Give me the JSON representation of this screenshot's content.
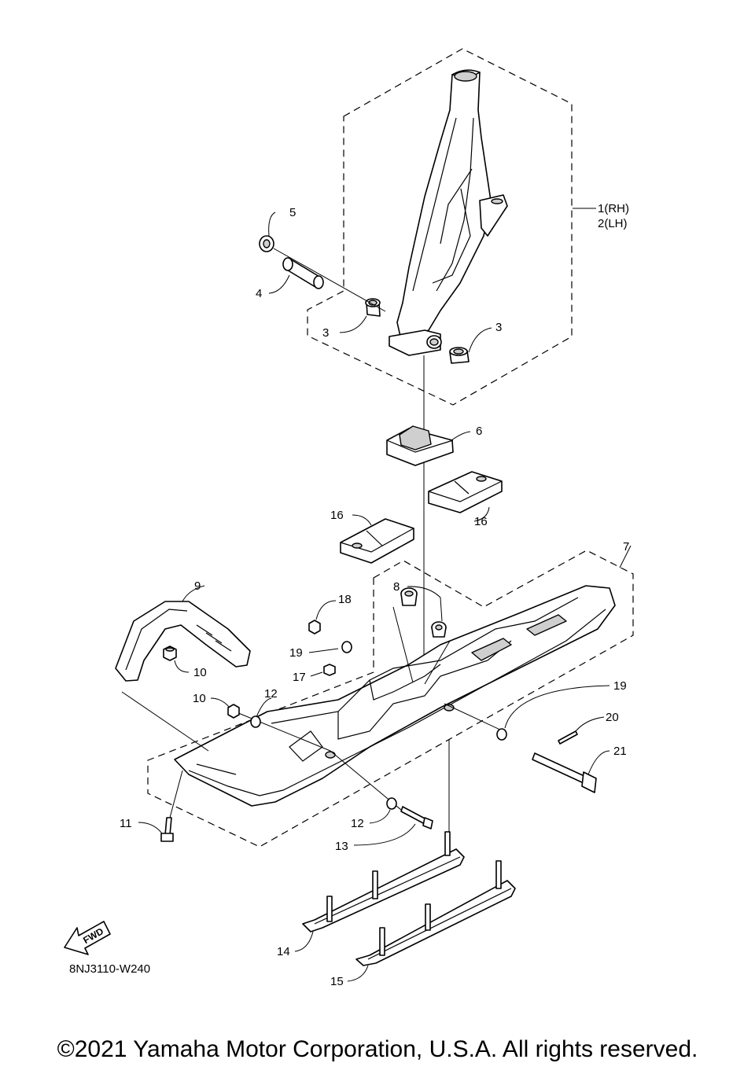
{
  "diagram": {
    "drawing_code": "8NJ3110-W240",
    "fwd_label": "FWD",
    "callouts": {
      "c1": "1(RH)",
      "c2": "2(LH)",
      "c3a": "3",
      "c3b": "3",
      "c4": "4",
      "c5": "5",
      "c6": "6",
      "c7": "7",
      "c8": "8",
      "c9": "9",
      "c10a": "10",
      "c10b": "10",
      "c11": "11",
      "c12a": "12",
      "c12b": "12",
      "c13": "13",
      "c14": "14",
      "c15": "15",
      "c16a": "16",
      "c16b": "16",
      "c17": "17",
      "c18": "18",
      "c19a": "19",
      "c19b": "19",
      "c20": "20",
      "c21": "21"
    }
  },
  "footer": {
    "copyright": "©2021 Yamaha Motor Corporation, U.S.A. All rights reserved."
  }
}
